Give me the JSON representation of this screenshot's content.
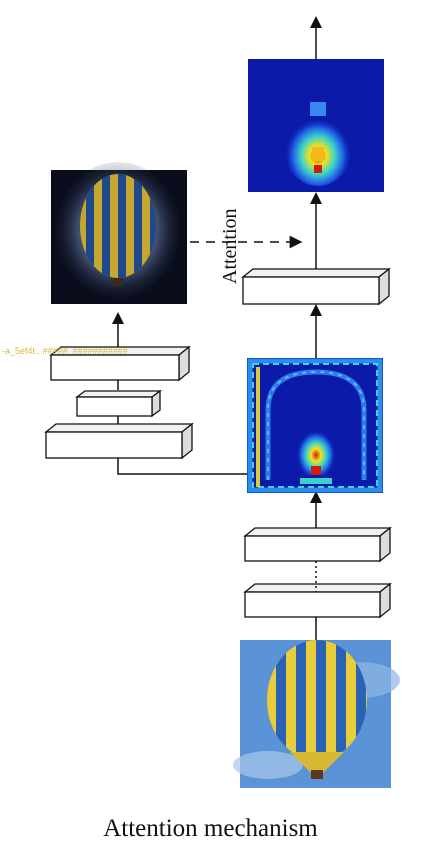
{
  "figure": {
    "caption": "Attention mechanism",
    "attention_label": "Attention",
    "watermark": "-a_5ef4t...#####_###########"
  },
  "colors": {
    "stroke": "#111111",
    "block_face": "#ffffff",
    "block_top": "#f2f2f2",
    "block_side": "#dddddd",
    "sky": "#5a93d6",
    "balloon_yellow": "#e8cc3a",
    "balloon_blue": "#2a63b5",
    "heatmap_bg": "#0b1aa8"
  },
  "images": [
    {
      "name": "input-balloon-photo",
      "icon": "hot-air-balloon"
    },
    {
      "name": "attention-overlay-balloon",
      "icon": "hot-air-balloon-masked"
    },
    {
      "name": "feature-heatmap",
      "icon": "heatmap"
    },
    {
      "name": "output-heatmap",
      "icon": "heatmap"
    }
  ]
}
